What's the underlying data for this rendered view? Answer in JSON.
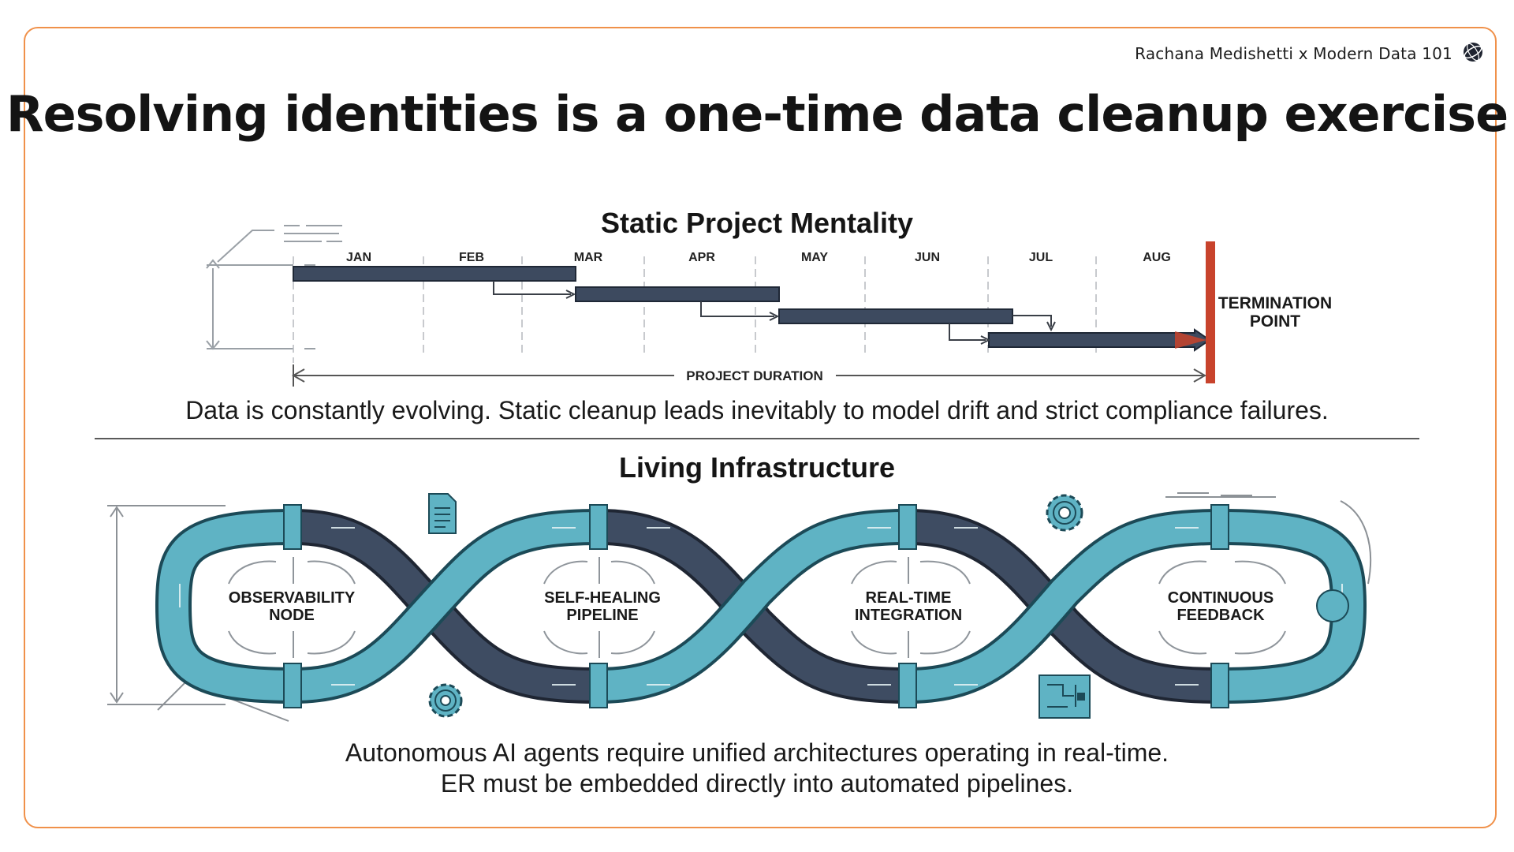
{
  "header": {
    "attribution": "Rachana Medishetti x Modern Data 101",
    "logo_icon": "globe-logo-icon"
  },
  "title": "Resolving identities is a one-time data cleanup exercise",
  "static_section": {
    "heading": "Static Project Mentality",
    "months": [
      "JAN",
      "FEB",
      "MAR",
      "APR",
      "MAY",
      "JUN",
      "JUL",
      "AUG"
    ],
    "end_marker": [
      "TERMINATION",
      "POINT"
    ],
    "duration_label": "PROJECT DURATION",
    "caption": "Data is constantly evolving. Static cleanup leads inevitably to model drift and strict compliance failures.",
    "colors": {
      "bar": "#3d4a5f",
      "termination": "#c8432c"
    }
  },
  "living_section": {
    "heading": "Living Infrastructure",
    "nodes": [
      [
        "OBSERVABILITY",
        "NODE"
      ],
      [
        "SELF-HEALING",
        "PIPELINE"
      ],
      [
        "REAL-TIME",
        "INTEGRATION"
      ],
      [
        "CONTINUOUS",
        "FEEDBACK"
      ]
    ],
    "icons": [
      "document-icon",
      "gear-icon",
      "gear-icon",
      "circuit-chip-icon"
    ],
    "caption_lines": [
      "Autonomous AI agents require unified architectures operating in real-time.",
      "ER must be embedded directly into automated pipelines."
    ],
    "colors": {
      "light_pipe": "#5fb3c4",
      "dark_pipe": "#3e4c62"
    }
  }
}
